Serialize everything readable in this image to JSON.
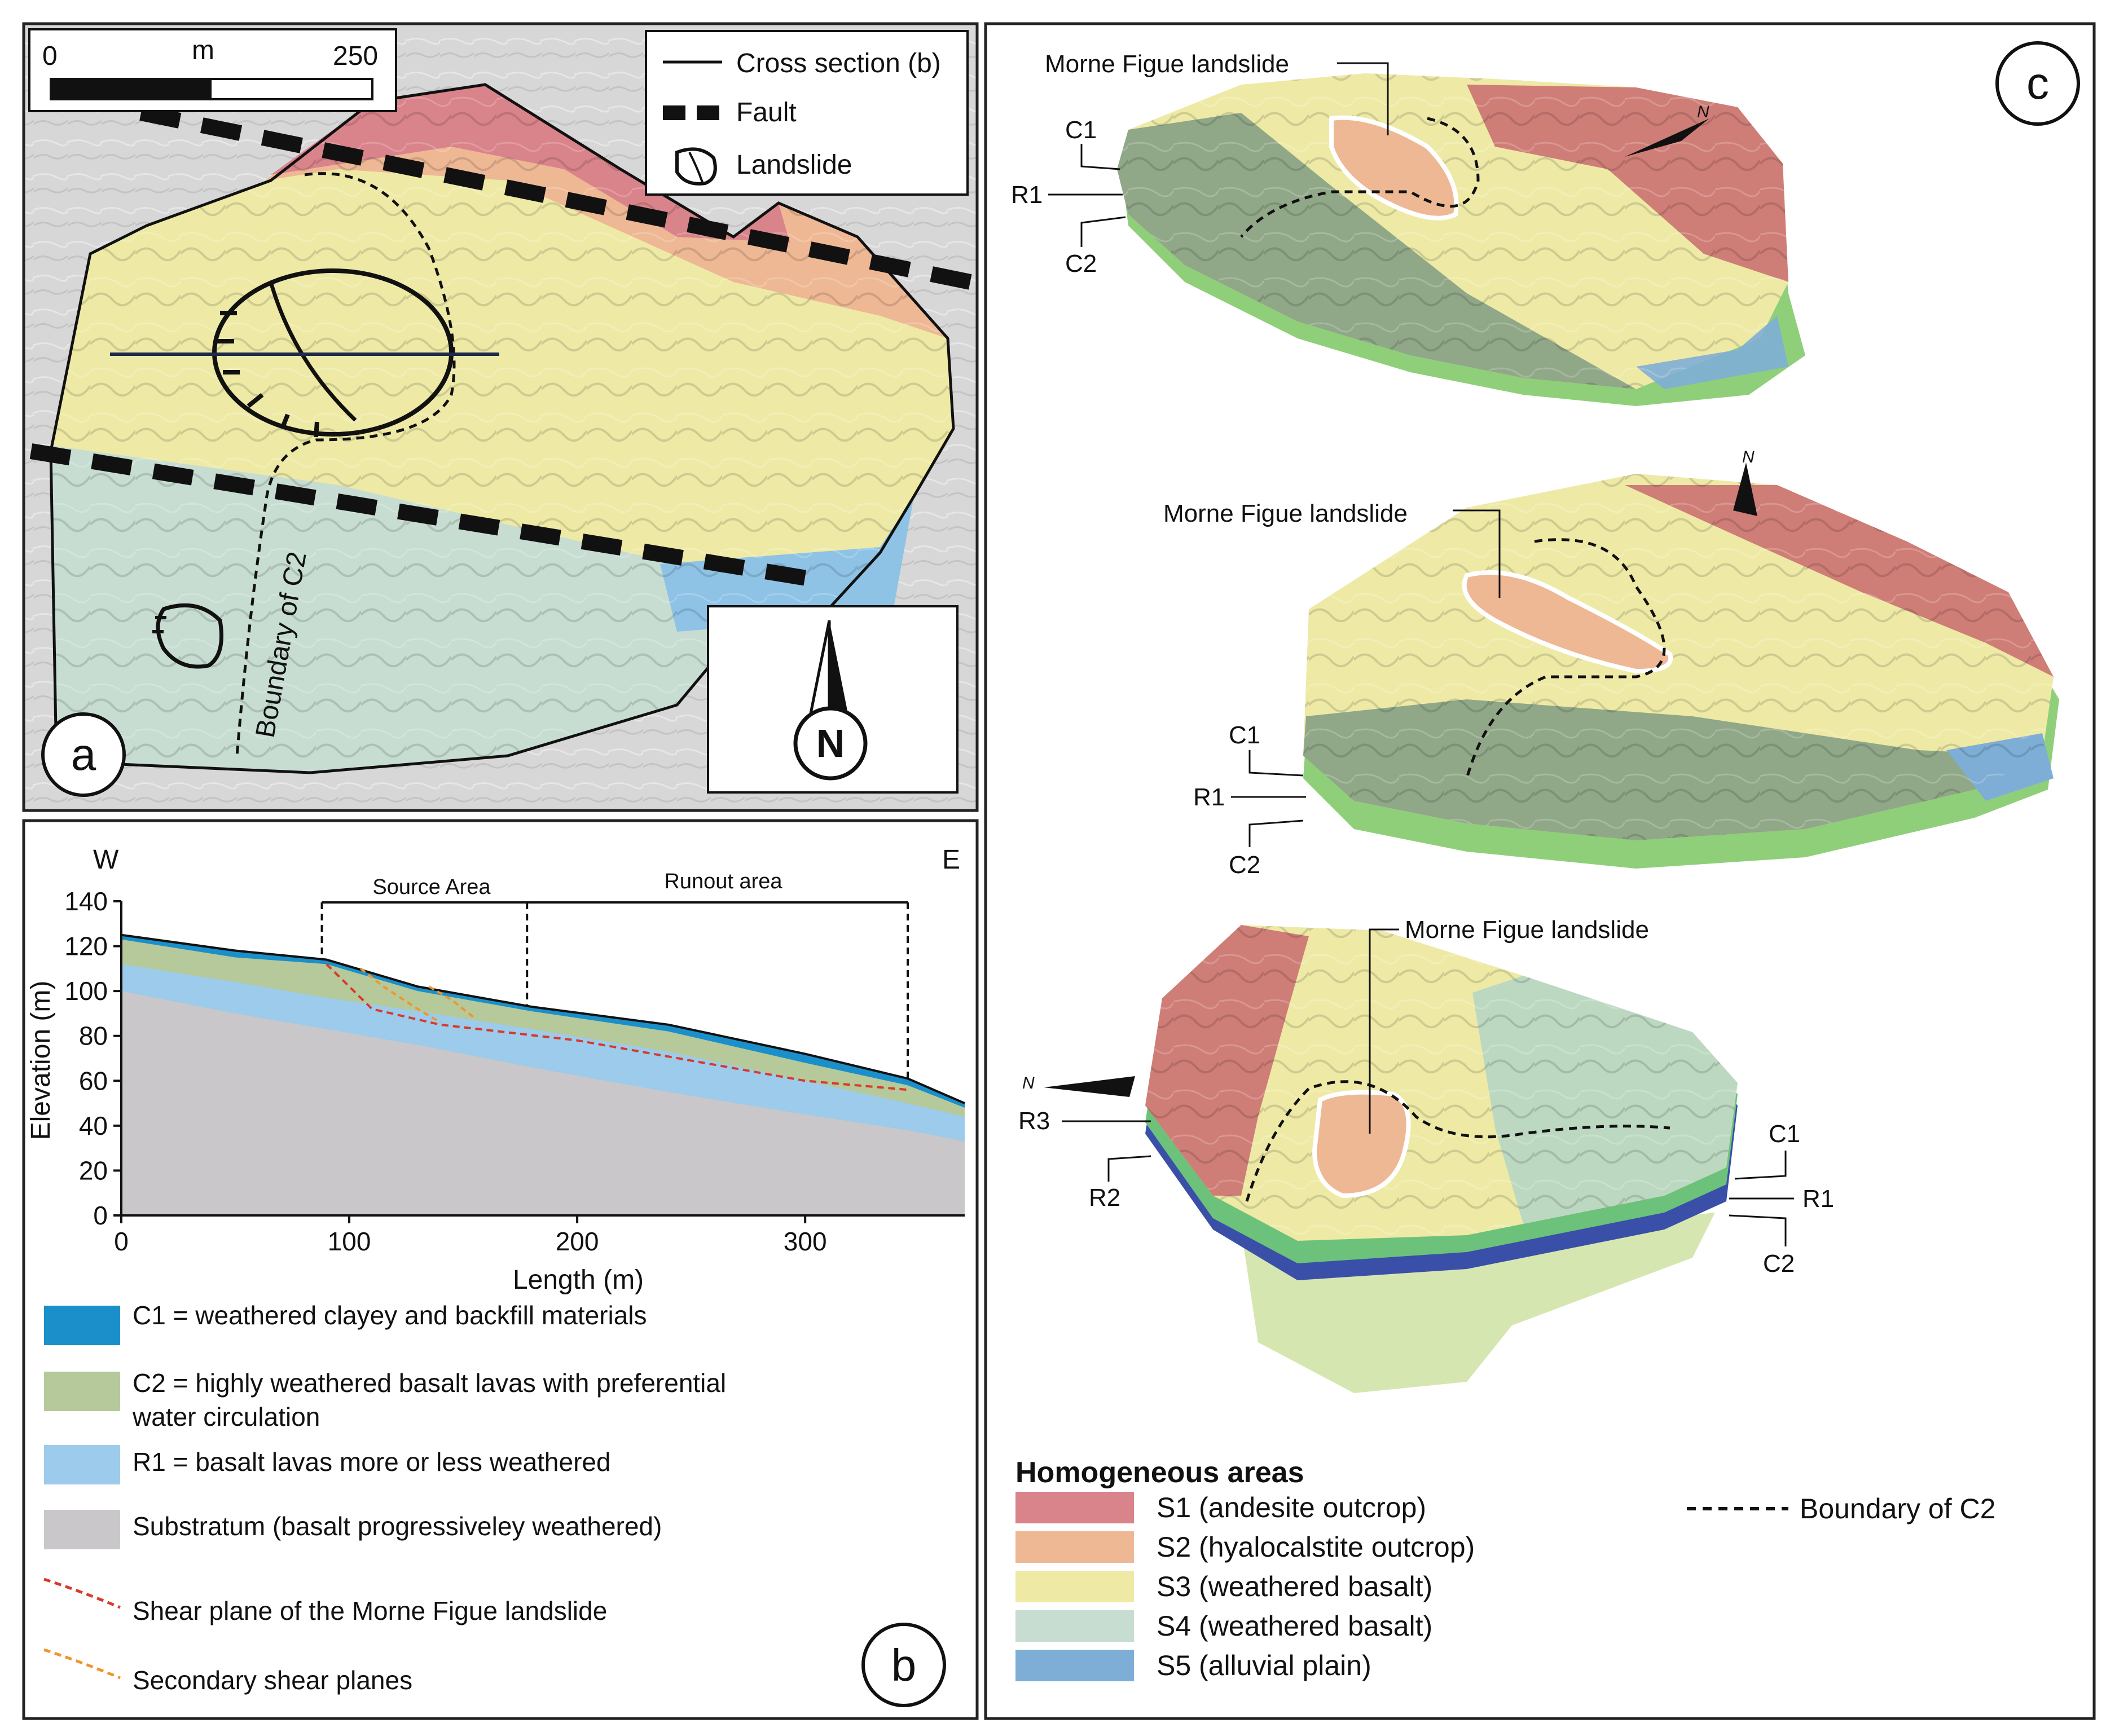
{
  "panel_a": {
    "panel_letter": "a",
    "scale_bar": {
      "start": "0",
      "unit": "m",
      "end": "250"
    },
    "legend": {
      "cross_section": "Cross section (b)",
      "fault": "Fault",
      "landslide": "Landslide"
    },
    "boundary_label": "Boundary of C2",
    "north": "N",
    "zone_colors": {
      "s1": "#d9838a",
      "s2": "#eeb894",
      "s3": "#eeeaa6",
      "s4": "#c7ddd2",
      "s5": "#8ec3e6"
    }
  },
  "panel_b": {
    "panel_letter": "b",
    "west": "W",
    "east": "E",
    "source_area": "Source Area",
    "runout_area": "Runout area",
    "legend": [
      {
        "swatch_color": "#1b8fc9",
        "text": "C1 = weathered clayey and backfill materials"
      },
      {
        "swatch_color": "#b6c99a",
        "text_line1": "C2 = highly weathered basalt lavas with preferential",
        "text_line2": "water circulation"
      },
      {
        "swatch_color": "#9ccbeb",
        "text": "R1 = basalt lavas more or less weathered"
      },
      {
        "swatch_color": "#c9c7c9",
        "text": "Substratum (basalt progressiveley weathered)"
      },
      {
        "line_color": "#d9392b",
        "text": "Shear plane of the Morne Figue landslide"
      },
      {
        "line_color": "#f0952e",
        "text": "Secondary shear planes"
      }
    ]
  },
  "chart_data": {
    "type": "area",
    "title": "",
    "xlabel": "Length (m)",
    "ylabel": "Elevation (m)",
    "xlim": [
      0,
      370
    ],
    "ylim": [
      0,
      140
    ],
    "x_ticks": [
      "0",
      "100",
      "200",
      "300"
    ],
    "y_ticks": [
      "0",
      "20",
      "40",
      "60",
      "80",
      "100",
      "120",
      "140"
    ],
    "x": [
      0,
      50,
      90,
      130,
      180,
      240,
      300,
      345,
      370
    ],
    "series": [
      {
        "name": "Substratum",
        "values": [
          100,
          90,
          83,
          76,
          66,
          55,
          45,
          38,
          33
        ]
      },
      {
        "name": "R1",
        "values": [
          112,
          104,
          97,
          91,
          83,
          73,
          60,
          50,
          44
        ]
      },
      {
        "name": "C2",
        "values": [
          123,
          115,
          112,
          100,
          91,
          82,
          68,
          58,
          48
        ]
      },
      {
        "name": "C1",
        "values": [
          125,
          118,
          114,
          102,
          93,
          85,
          72,
          61,
          50
        ]
      }
    ],
    "shear_plane": {
      "x": [
        90,
        110,
        140,
        200,
        300,
        345
      ],
      "y": [
        112,
        92,
        85,
        78,
        60,
        56
      ]
    },
    "secondary_shear_planes": [
      {
        "x": [
          105,
          115,
          130,
          140
        ],
        "y": [
          110,
          102,
          92,
          86
        ]
      },
      {
        "x": [
          135,
          145,
          155
        ],
        "y": [
          102,
          96,
          88
        ]
      }
    ],
    "source_area_x": [
      88,
      178
    ],
    "runout_area_x": [
      178,
      345
    ]
  },
  "panel_c": {
    "panel_letter": "c",
    "views": [
      {
        "landslide_label": "Morne Figue landslide",
        "layers": [
          "C1",
          "R1",
          "C2"
        ],
        "north": "N"
      },
      {
        "landslide_label": "Morne Figue landslide",
        "layers": [
          "C1",
          "R1",
          "C2"
        ],
        "north": "N"
      },
      {
        "landslide_label": "Morne Figue landslide",
        "layers": [
          "R3",
          "R2",
          "C1",
          "R1",
          "C2"
        ],
        "north": "N"
      }
    ],
    "legend_title": "Homogeneous areas",
    "areas": [
      {
        "text": "S1 (andesite outcrop)",
        "color": "#d9838a"
      },
      {
        "text": "S2 (hyalocalstite outcrop)",
        "color": "#eeb894"
      },
      {
        "text": "S3 (weathered basalt)",
        "color": "#eeeaa6"
      },
      {
        "text": "S4 (weathered  basalt)",
        "color": "#c7ddd2"
      },
      {
        "text": "S5 (alluvial plain)",
        "color": "#7eaed6"
      }
    ],
    "boundary_legend": "Boundary of C2"
  }
}
